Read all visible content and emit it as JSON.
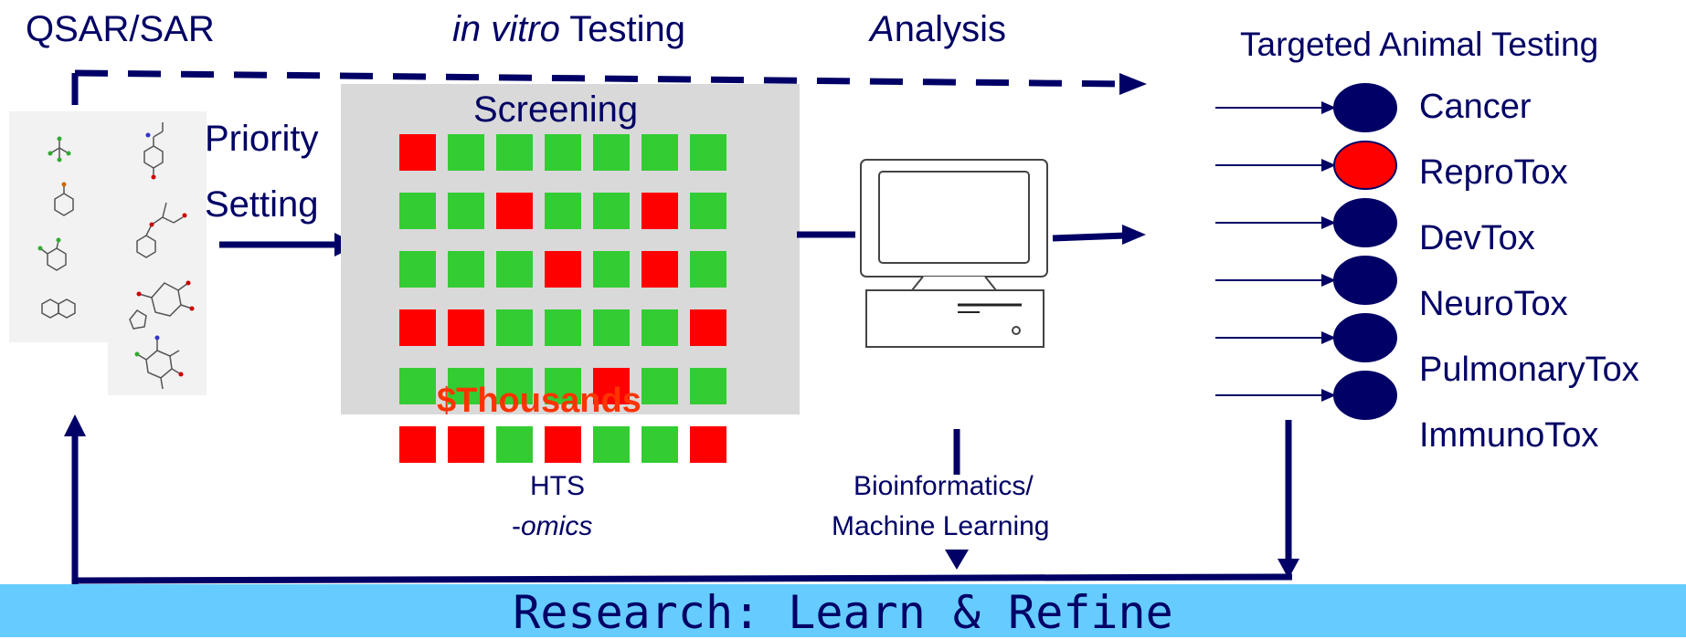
{
  "headers": {
    "qsar": "QSAR/SAR",
    "invitro_italic": "in vitro",
    "invitro_rest": " Testing",
    "analysis_first": "A",
    "analysis_rest": "nalysis",
    "targeted": "Targeted Animal Testing"
  },
  "priority": {
    "line1": "Priority",
    "line2": "Setting"
  },
  "screening": {
    "title": "Screening",
    "cost": "$Thousands",
    "grid": [
      [
        "red",
        "green",
        "green",
        "green",
        "green",
        "green",
        "green"
      ],
      [
        "green",
        "green",
        "red",
        "green",
        "green",
        "red",
        "green"
      ],
      [
        "green",
        "green",
        "green",
        "red",
        "green",
        "red",
        "green"
      ],
      [
        "red",
        "red",
        "green",
        "green",
        "green",
        "green",
        "red"
      ],
      [
        "green",
        "green",
        "green",
        "green",
        "red",
        "green",
        "green"
      ],
      [
        "red",
        "red",
        "green",
        "red",
        "green",
        "green",
        "red"
      ]
    ]
  },
  "bottom_labels": {
    "hts": "HTS",
    "omics_dash": "-",
    "omics": "omics",
    "bioinformatics": "Bioinformatics/",
    "machine_learning": "Machine Learning"
  },
  "endpoints": [
    {
      "label": "Cancer",
      "color": "#000066"
    },
    {
      "label": "ReproTox",
      "color": "#ff0000"
    },
    {
      "label": "DevTox",
      "color": "#000066"
    },
    {
      "label": "NeuroTox",
      "color": "#000066"
    },
    {
      "label": "PulmonaryTox",
      "color": "#000066"
    },
    {
      "label": "ImmunoTox",
      "color": "#000066"
    }
  ],
  "banner": {
    "text": "Research: Learn & Refine",
    "color": "#66ccff"
  },
  "colors": {
    "navy": "#000066",
    "red_cell": "#ff0000",
    "green_cell": "#33cc33",
    "screen_bg": "#d9d9d9",
    "cost_text": "#ff3300"
  }
}
